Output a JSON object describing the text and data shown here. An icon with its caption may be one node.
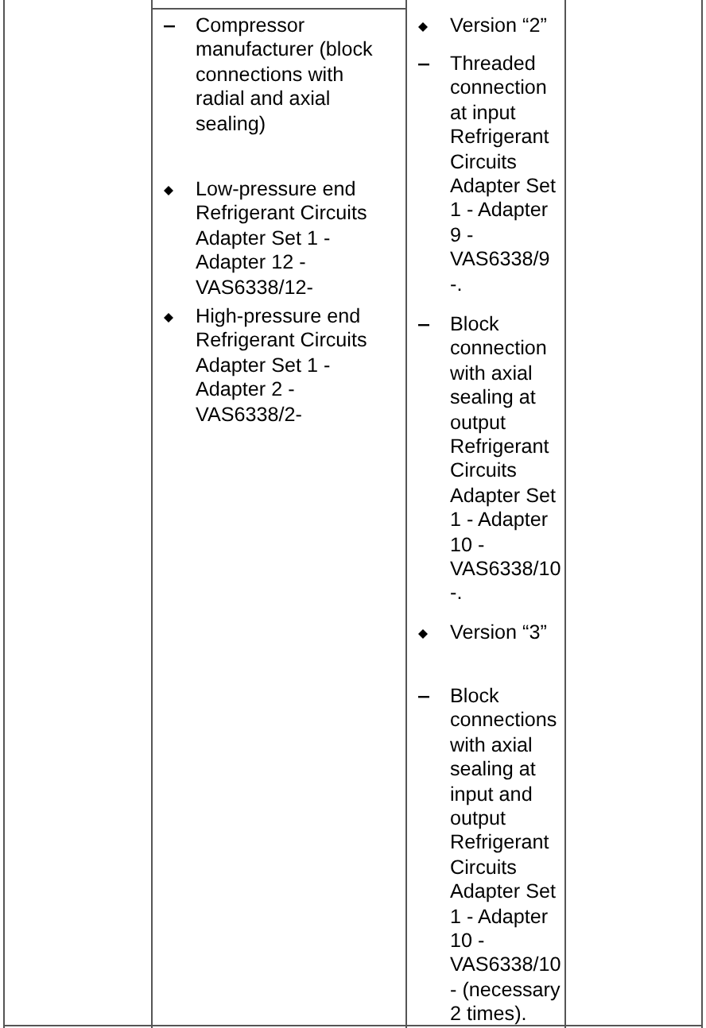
{
  "diagram": {
    "labels": [
      "Compressor manufacturer (block connections with radial and axial sealing)",
      "Low-pressure end Refrigerant Circuits Adapter Set 1 - Adapter 12 - VAS6338/12-",
      "High-pressure end Refrigerant Circuits Adapter Set 1 - Adapter 2 - VAS6338/2-",
      "Version “2”",
      "Threaded connection at input Refrigerant Circuits Adapter Set 1 - Adapter 9 - VAS6338/9 -.",
      "Block connection with axial sealing at output Refrigerant Circuits Adapter Set 1 - Adapter 10 - VAS6338/10 -.",
      "Version “3”",
      "Block connections with axial sealing at input and output Refrigerant Circuits Adapter Set 1 - Adapter 10 - VAS6338/10 - (necessary 2 times)."
    ]
  }
}
